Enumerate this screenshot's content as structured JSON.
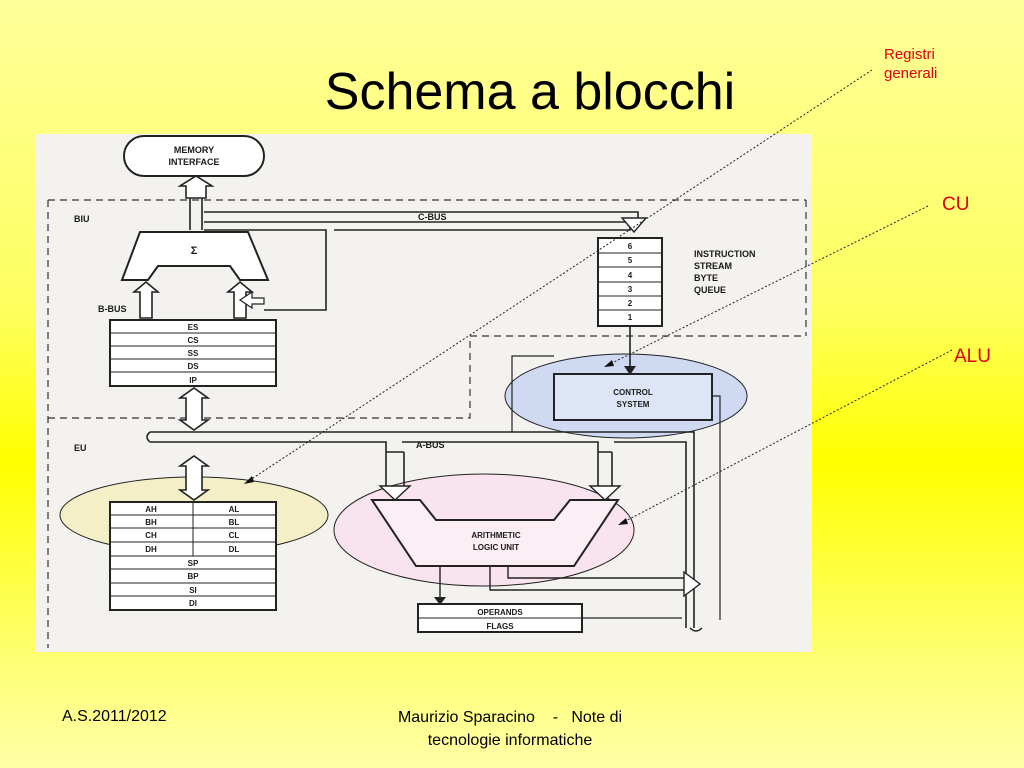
{
  "slide": {
    "title": "Schema a blocchi",
    "callouts": {
      "registri_line1": "Registri",
      "registri_line2": "generali",
      "cu": "CU",
      "alu": "ALU"
    },
    "footer": {
      "year": "A.S.2011/2012",
      "author_line1": "Maurizio Sparacino    -   Note di",
      "author_line2": "tecnologie informatiche"
    }
  },
  "diagram": {
    "memory_interface_line1": "MEMORY",
    "memory_interface_line2": "INTERFACE",
    "biu": "BIU",
    "eu": "EU",
    "c_bus": "C-BUS",
    "b_bus": "B-BUS",
    "a_bus": "A-BUS",
    "sigma": "Σ",
    "segment_registers": [
      "ES",
      "CS",
      "SS",
      "DS",
      "IP"
    ],
    "queue_cells": [
      "6",
      "5",
      "4",
      "3",
      "2",
      "1"
    ],
    "queue_label_lines": [
      "INSTRUCTION",
      "STREAM",
      "BYTE",
      "QUEUE"
    ],
    "control_system_line1": "CONTROL",
    "control_system_line2": "SYSTEM",
    "general_registers_high": [
      "AH",
      "BH",
      "CH",
      "DH"
    ],
    "general_registers_low": [
      "AL",
      "BL",
      "CL",
      "DL"
    ],
    "pointer_registers": [
      "SP",
      "BP",
      "SI",
      "DI"
    ],
    "alu_line1": "ARITHMETIC",
    "alu_line2": "LOGIC UNIT",
    "operands": "OPERANDS",
    "flags": "FLAGS",
    "colors": {
      "cu_highlight": "#cfd9f2",
      "alu_highlight": "#f9e3ee",
      "registers_highlight": "#f4efc6",
      "callout_text": "#e0000a"
    }
  }
}
